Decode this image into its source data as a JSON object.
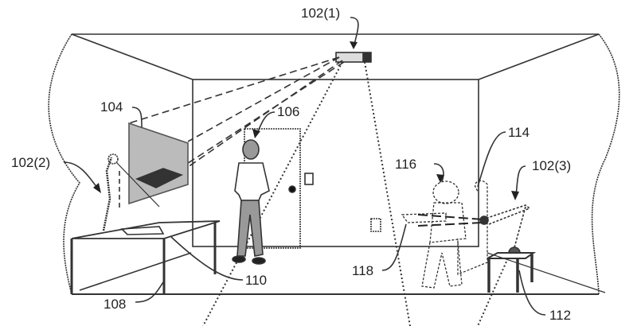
{
  "figure": {
    "type": "patent-drawing",
    "description": "Room with projection devices, user, display surfaces",
    "labels": {
      "projector_ceiling": "102(1)",
      "projector_lamp": "102(2)",
      "projector_side": "102(3)",
      "display_surface_wall": "104",
      "standing_user": "106",
      "table": "108",
      "table_surface_display": "110",
      "small_table": "112",
      "chair": "114",
      "seated_user": "116",
      "handheld_display": "118"
    }
  }
}
